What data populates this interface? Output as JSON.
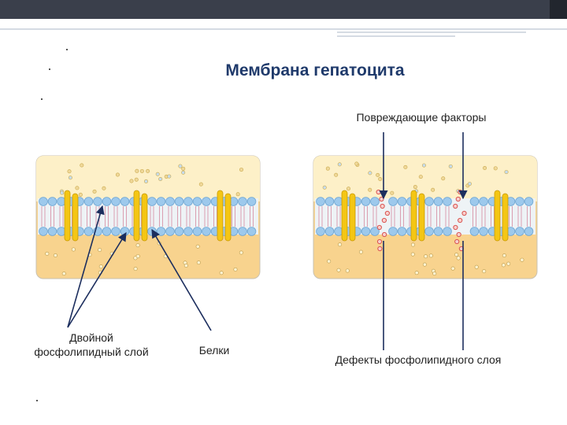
{
  "title": "Мембрана гепатоцита",
  "labels": {
    "damaging_factors": "Повреждающие факторы",
    "bilayer_line1": "Двойной",
    "bilayer_line2": "фосфолипидный слой",
    "proteins": "Белки",
    "defects": "Дефекты фосфолипидного слоя"
  },
  "colors": {
    "title": "#1f3a6b",
    "membrane_outside": "#fdf0c8",
    "membrane_inside": "#f8d38e",
    "lipid_head": "#9dc9ec",
    "protein": "#f4c614",
    "arrow": "#1c2e5e",
    "defect": "#d9534f"
  }
}
